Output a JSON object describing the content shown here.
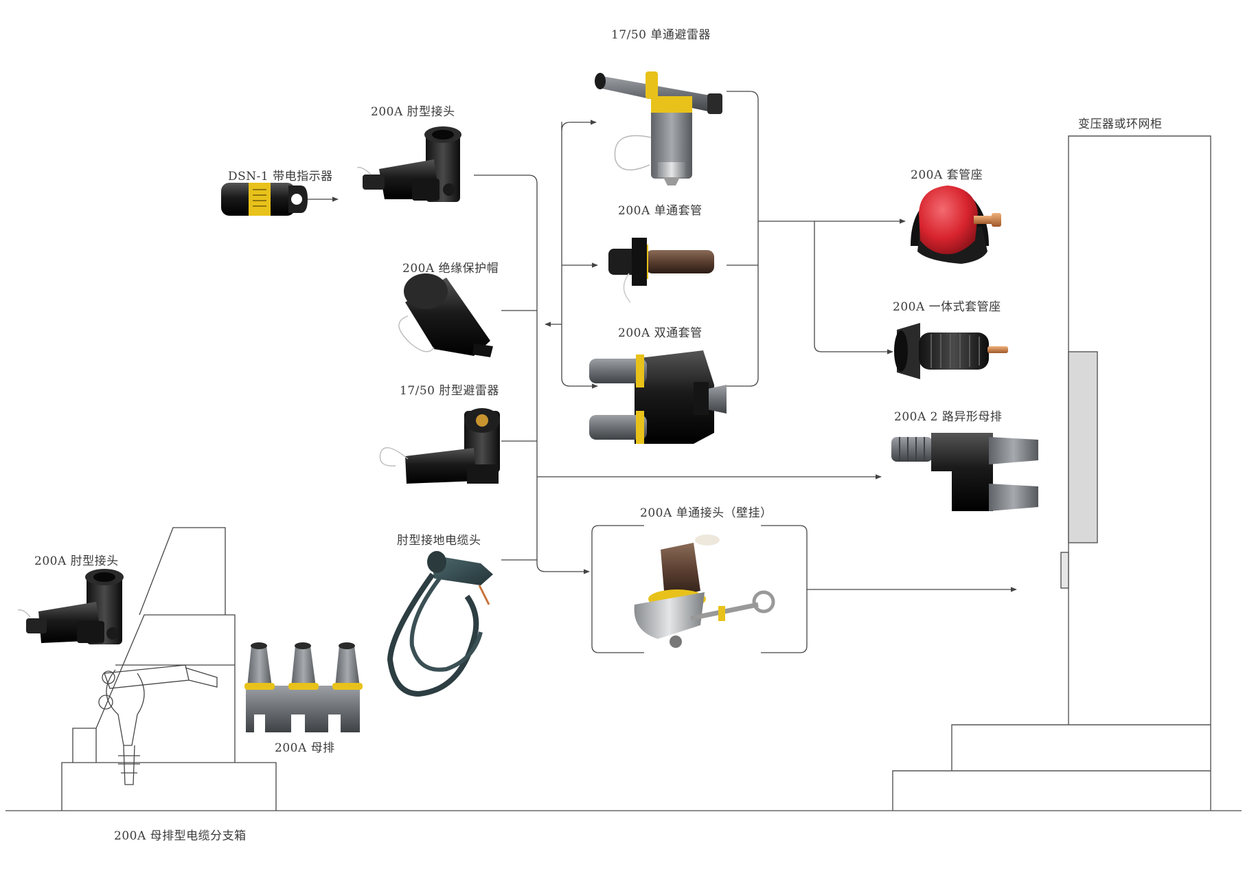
{
  "labels": {
    "arrester_1750_straight": "17/50 单通避雷器",
    "elbow_200a_top": "200A 肘型接头",
    "dsn_indicator": "DSN-1 带电指示器",
    "transformer_ring": "变压器或环网柜",
    "bushing_insert_single": "200A 单通套管",
    "bushing_well": "200A 套管座",
    "insulating_cap": "200A 绝缘保护帽",
    "integral_bushing_well": "200A 一体式套管座",
    "bushing_double": "200A 双通套管",
    "elbow_arrester": "17/50 肘型避雷器",
    "junction_2way": "200A 2 路异形母排",
    "parking_bushing_wall": "200A 单通接头（壁挂）",
    "grounding_elbow": "肘型接地电缆头",
    "elbow_200a_left": "200A 肘型接头",
    "busbar": "200A 母排",
    "cable_branch_box": "200A 母排型电缆分支箱"
  },
  "colors": {
    "line": "#444444",
    "black_rubber": "#1e1e1e",
    "yellow_band": "#e8c21a",
    "grey_body": "#7b7f83",
    "red_cap": "#d8242e",
    "copper": "#c97a3a",
    "cabinet_grey": "#d9d9d9"
  }
}
